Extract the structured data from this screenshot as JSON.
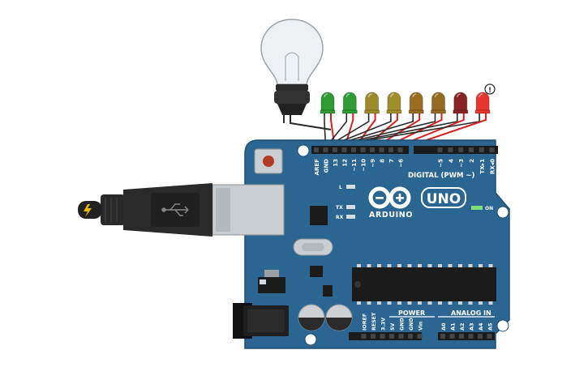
{
  "board": {
    "name": "ARDUINO",
    "model": "UNO",
    "body_color": "#2b6693",
    "on_label": "ON",
    "led_labels": {
      "l": "L",
      "tx": "TX",
      "rx": "RX"
    },
    "digital_header_title": "DIGITAL (PWM ~)",
    "digital_pins": [
      "AREF",
      "GND",
      "13",
      "12",
      "~11",
      "~10",
      "~9",
      "8",
      "7",
      "~6",
      "~5",
      "4",
      "~3",
      "2",
      "TX▸1",
      "RX◂0"
    ],
    "power_title": "POWER",
    "power_pins": [
      "IOREF",
      "RESET",
      "3.3V",
      "5V",
      "GND",
      "GND",
      "Vin"
    ],
    "analog_title": "ANALOG IN",
    "analog_pins": [
      "A0",
      "A1",
      "A2",
      "A3",
      "A4",
      "A5"
    ]
  },
  "components": {
    "bulb": {
      "color_glass": "#e9edef",
      "color_base": "#2b2b2b"
    },
    "leds": [
      {
        "color": "#2e9b35",
        "pin": "13"
      },
      {
        "color": "#2e9b35",
        "pin": "12"
      },
      {
        "color": "#9c8a2a",
        "pin": "~11"
      },
      {
        "color": "#a08d2c",
        "pin": "~10"
      },
      {
        "color": "#9a6d22",
        "pin": "~9"
      },
      {
        "color": "#946a20",
        "pin": "8"
      },
      {
        "color": "#8a2424",
        "pin": "7"
      },
      {
        "color": "#e8352e",
        "pin": "~6"
      }
    ],
    "warning_badge": "!",
    "usb_cable": {
      "color": "#2a2a2a",
      "bolt_color": "#f2b705"
    }
  },
  "wires": {
    "signal_color": "#d9201f",
    "ground_color": "#2a2a2a"
  }
}
